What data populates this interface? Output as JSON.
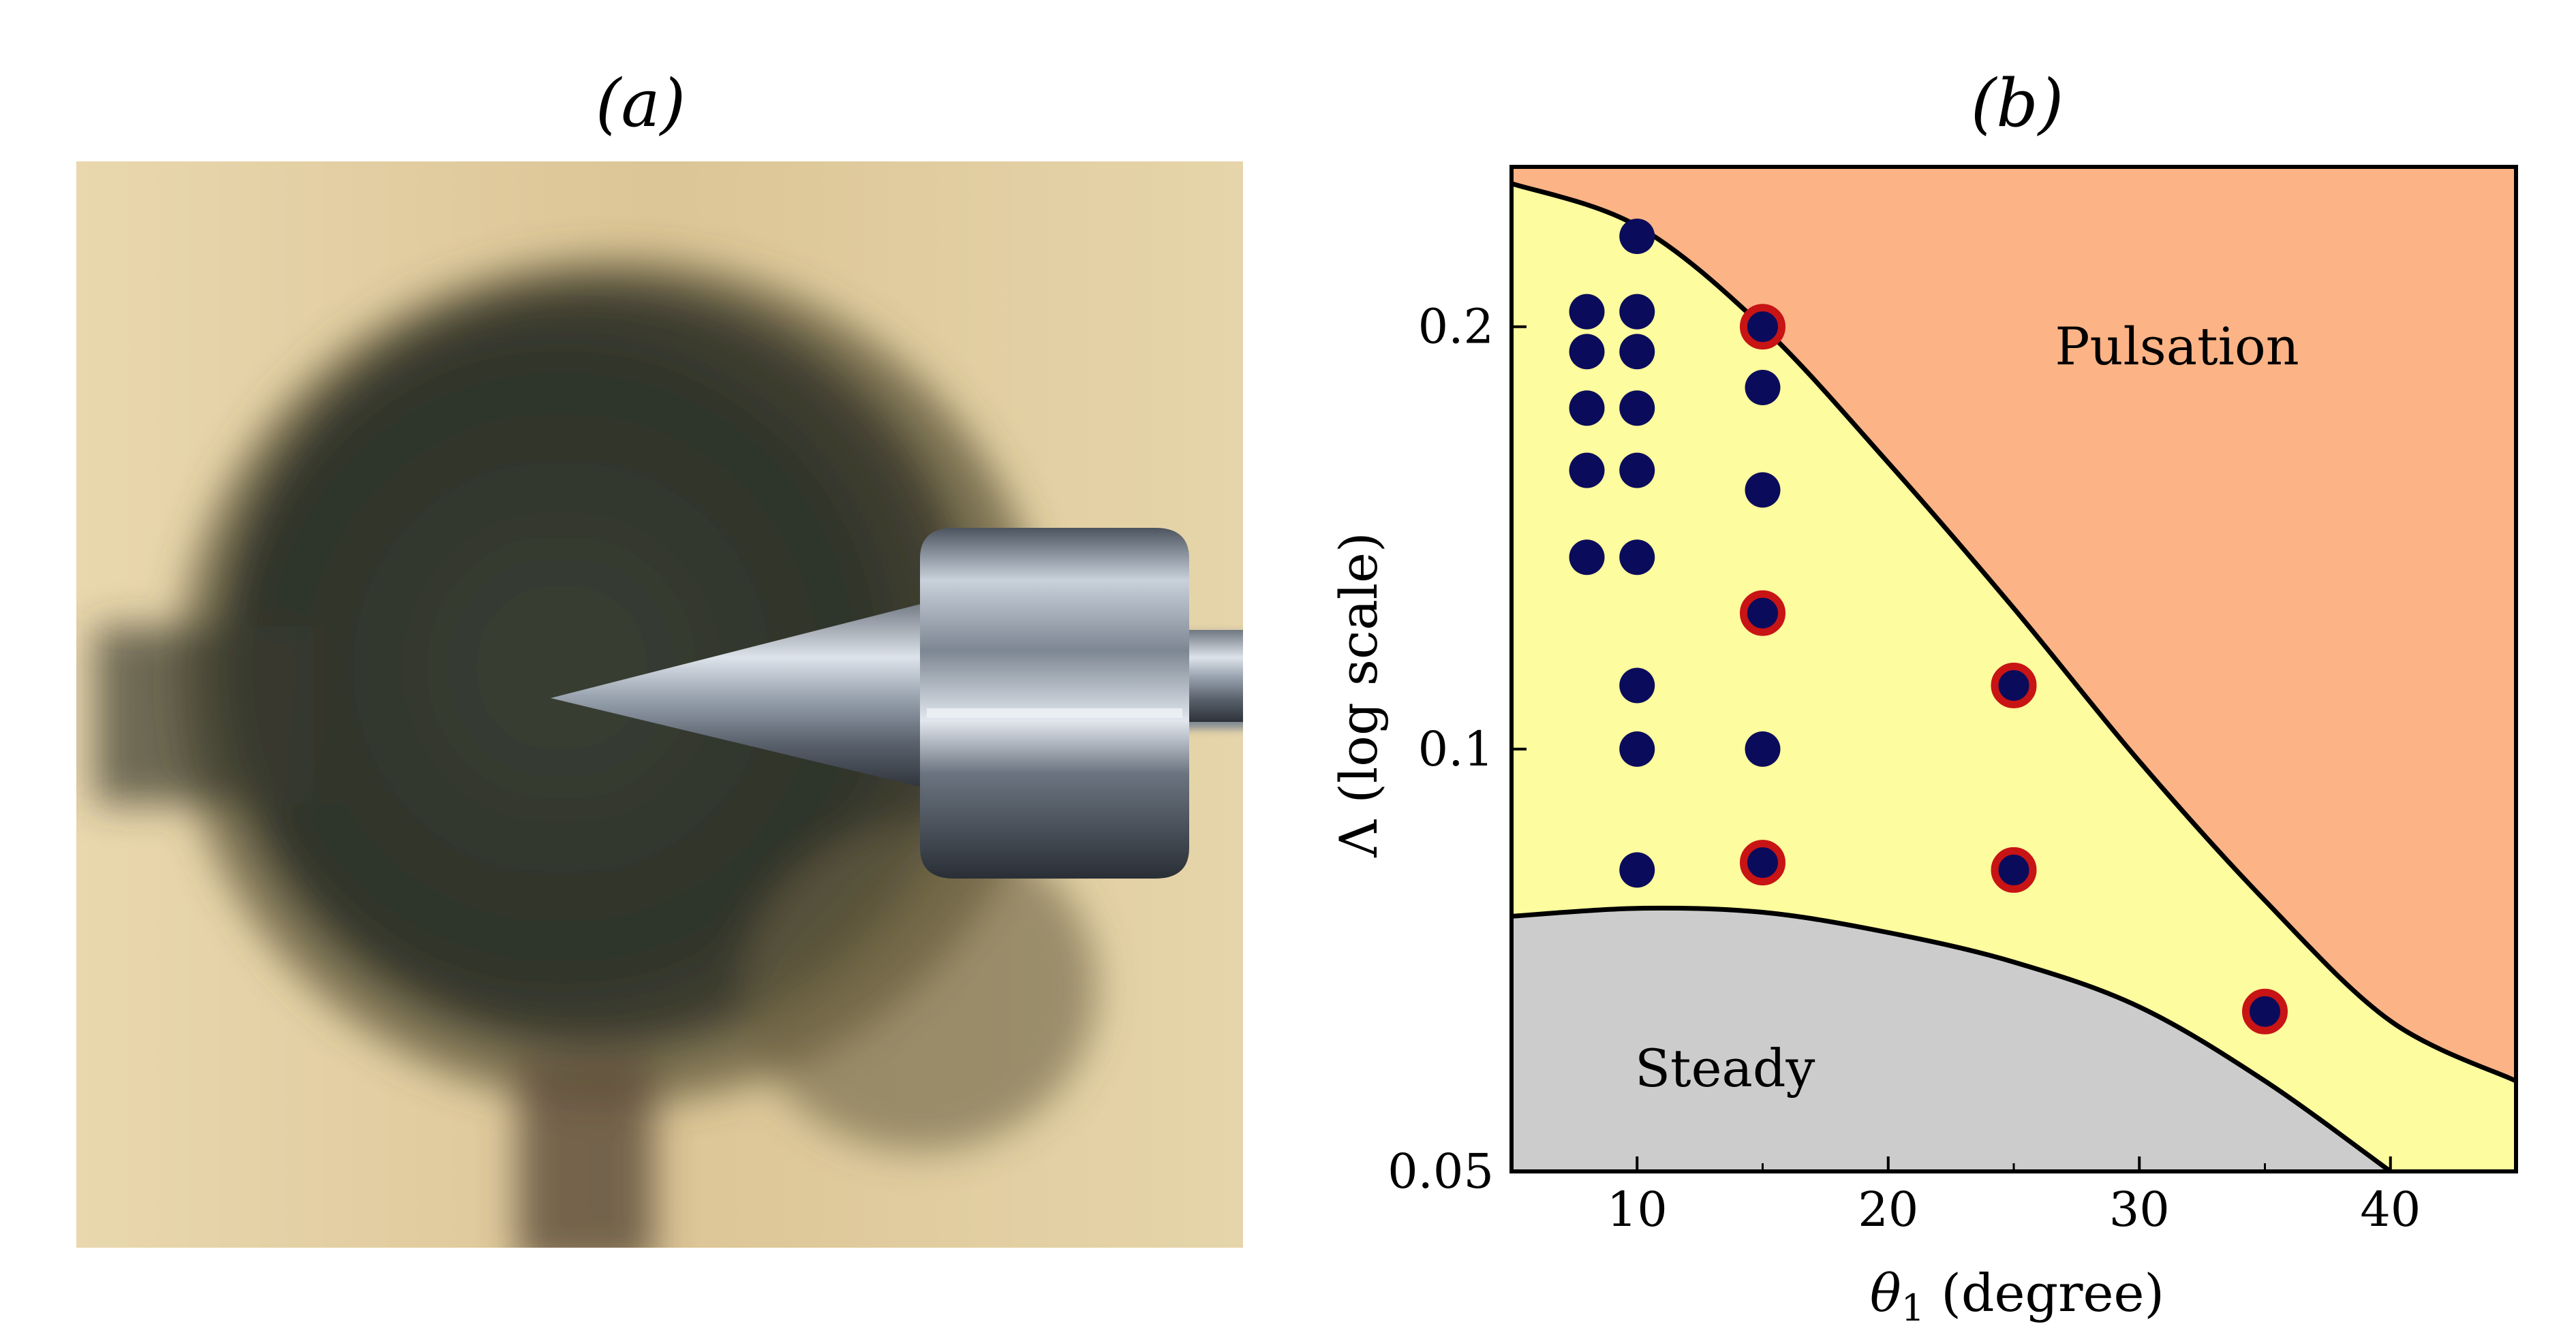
{
  "panels": {
    "a_label": "(a)",
    "b_label": "(b)"
  },
  "photo": {
    "subject": "conical-nozzle-photo"
  },
  "chart_data": {
    "type": "scatter",
    "xlabel": "θ1 (degree)",
    "xlabel_parts": {
      "symbol": "θ",
      "subscript": "1",
      "rest": " (degree)"
    },
    "ylabel": "Λ (log scale)",
    "xlim": [
      5,
      45
    ],
    "ylim": [
      0.05,
      0.26
    ],
    "y_scale": "log",
    "x_ticks": [
      10,
      20,
      30,
      40
    ],
    "x_tick_labels": [
      "10",
      "20",
      "30",
      "40"
    ],
    "y_ticks": [
      0.05,
      0.1,
      0.2
    ],
    "y_tick_labels": [
      "0.05",
      "0.1",
      "0.2"
    ],
    "grid": false,
    "regions": [
      {
        "label": "Pulsation",
        "color": "#FCB386"
      },
      {
        "label": "Steady",
        "color": "#CCCCCC"
      },
      {
        "label": "",
        "color": "#FDFC9E"
      }
    ],
    "upper_boundary": {
      "x": [
        5,
        10,
        15,
        20,
        25,
        30,
        35,
        40,
        45
      ],
      "y": [
        0.253,
        0.236,
        0.2,
        0.16,
        0.126,
        0.098,
        0.078,
        0.064,
        0.058
      ]
    },
    "lower_boundary": {
      "x": [
        5,
        10,
        15,
        20,
        25,
        30,
        35,
        40
      ],
      "y": [
        0.076,
        0.077,
        0.0765,
        0.074,
        0.0705,
        0.0655,
        0.058,
        0.05
      ]
    },
    "series": [
      {
        "marker_color": "#0B0B5C",
        "edge_color": "#0B0B5C",
        "points": [
          [
            10,
            0.232
          ],
          [
            8,
            0.205
          ],
          [
            10,
            0.205
          ],
          [
            8,
            0.192
          ],
          [
            10,
            0.192
          ],
          [
            8,
            0.175
          ],
          [
            10,
            0.175
          ],
          [
            8,
            0.158
          ],
          [
            10,
            0.158
          ],
          [
            8,
            0.137
          ],
          [
            10,
            0.137
          ],
          [
            10,
            0.111
          ],
          [
            10,
            0.1
          ],
          [
            10,
            0.082
          ],
          [
            15,
            0.181
          ],
          [
            15,
            0.153
          ],
          [
            15,
            0.1
          ]
        ]
      },
      {
        "marker_color": "#0B0B5C",
        "edge_color": "#C81414",
        "points": [
          [
            15,
            0.2
          ],
          [
            15,
            0.125
          ],
          [
            15,
            0.083
          ],
          [
            25,
            0.111
          ],
          [
            25,
            0.082
          ],
          [
            35,
            0.065
          ]
        ]
      }
    ]
  }
}
